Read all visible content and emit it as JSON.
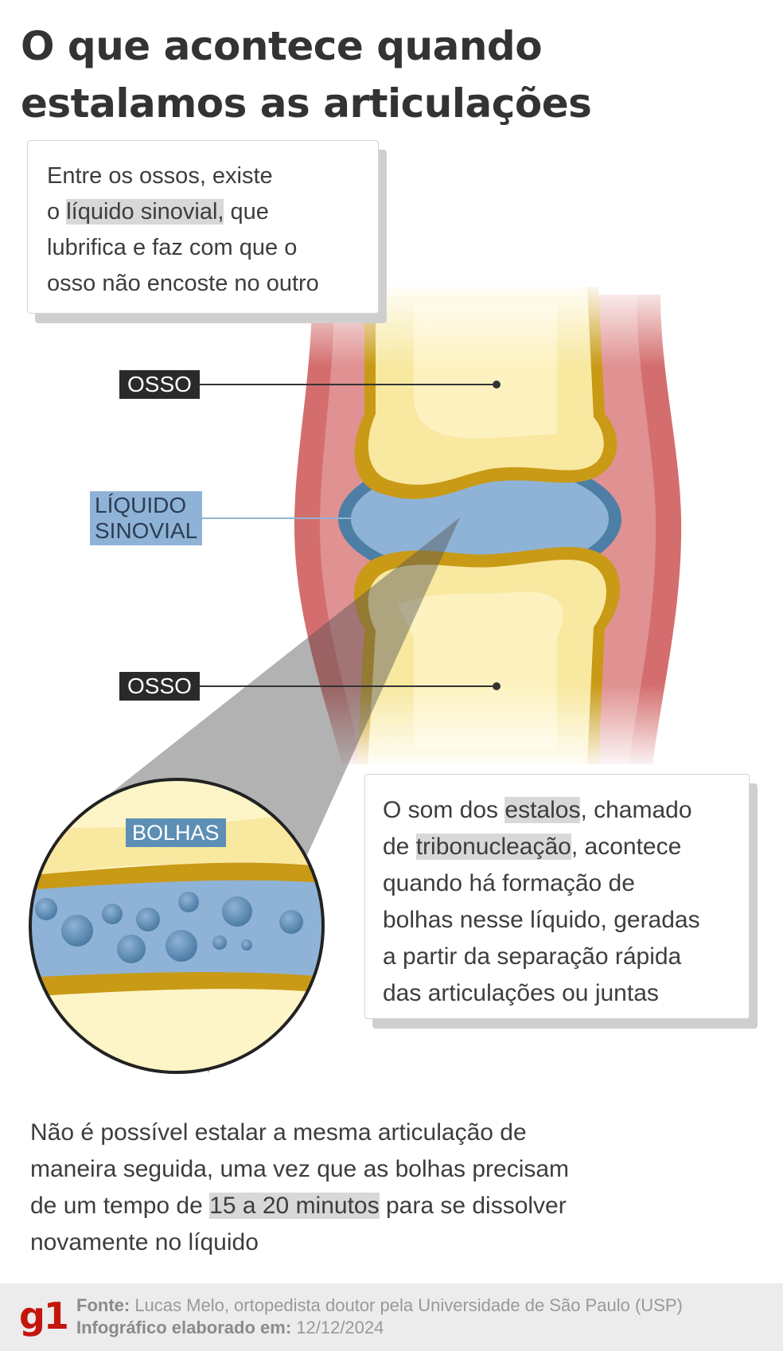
{
  "title": {
    "line1": "O que acontece quando",
    "line2": "estalamos as articulações"
  },
  "intro_box": {
    "line1": "Entre os ossos, existe",
    "line2_pre": "o ",
    "line2_highlight": "líquido sinovial,",
    "line2_post": " que",
    "line3": "lubrifica e faz com que o",
    "line4": "osso não encoste no outro"
  },
  "labels": {
    "bone_top": "OSSO",
    "fluid_line1": "LÍQUIDO",
    "fluid_line2": "SINOVIAL",
    "bone_bottom": "OSSO",
    "bubbles": "BOLHAS"
  },
  "sound_box": {
    "line1_pre": "O som dos ",
    "line1_highlight": "estalos",
    "line1_post": ", chamado",
    "line2_pre": "de ",
    "line2_highlight": "tribonucleação",
    "line2_post": ", acontece",
    "line3": "quando há formação de",
    "line4": "bolhas nesse líquido, geradas",
    "line5": "a partir da separação rápida",
    "line6": "das articulações ou juntas"
  },
  "note": {
    "line1": "Não é possível estalar a mesma articulação de",
    "line2": "maneira seguida, uma vez que as bolhas precisam",
    "line3_pre": "de um tempo de ",
    "line3_highlight": "15 a 20 minutos",
    "line3_post": " para se dissolver",
    "line4": "novamente no líquido"
  },
  "footer": {
    "logo": "g1",
    "source_label": "Fonte:",
    "source_text": " Lucas Melo, ortopedista doutor pela Universidade de São Paulo (USP)",
    "date_label": "Infográfico elaborado em:",
    "date_text": " 12/12/2024"
  },
  "colors": {
    "bone": "#f8e8a0",
    "bone_outline": "#c99a16",
    "fluid": "#8fb3d6",
    "capsule": "#d46e6e",
    "logo": "#c4170c"
  }
}
